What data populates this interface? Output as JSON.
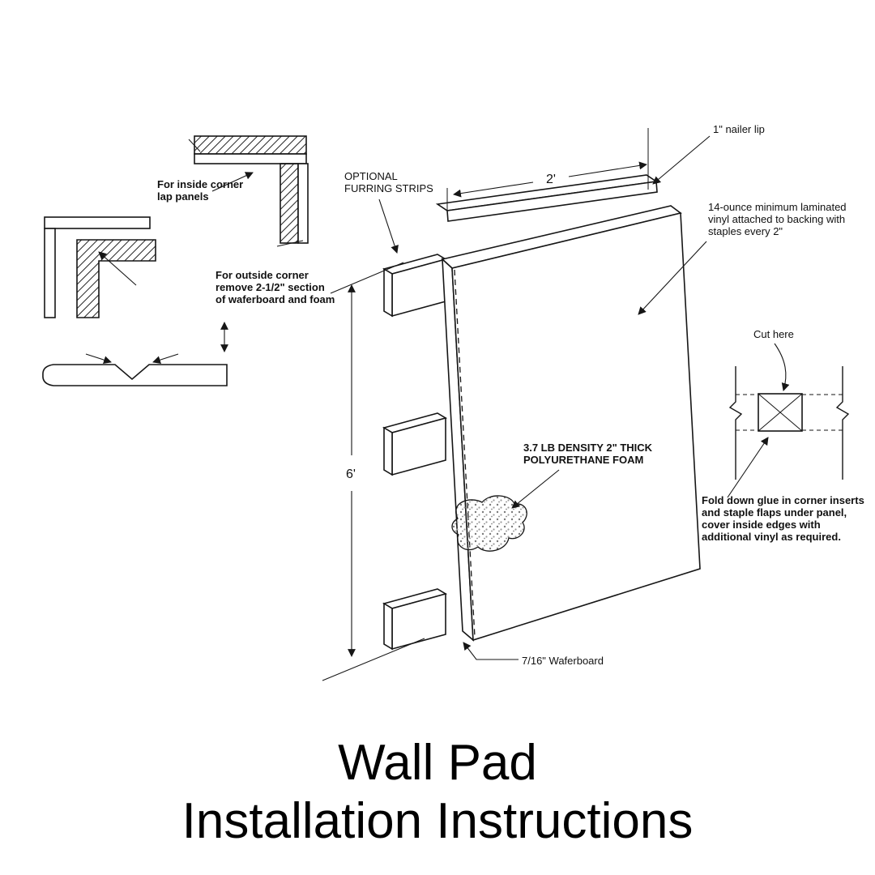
{
  "title": {
    "line1": "Wall Pad",
    "line2": "Installation Instructions"
  },
  "dimensions": {
    "width": "2'",
    "height": "6'"
  },
  "labels": {
    "optional_furring": {
      "line1": "OPTIONAL",
      "line2": "FURRING STRIPS"
    },
    "nailer_lip": "1\" nailer lip",
    "vinyl": {
      "line1": "14-ounce minimum laminated",
      "line2": "vinyl attached to backing with",
      "line3": "staples every 2\""
    },
    "cut_here": "Cut here",
    "fold_down": {
      "line1": "Fold down glue in corner inserts",
      "line2": "and staple flaps under panel,",
      "line3": "cover inside edges with",
      "line4": "additional vinyl as required."
    },
    "foam": {
      "line1": "3.7 LB DENSITY 2\" THICK",
      "line2": "POLYURETHANE FOAM"
    },
    "waferboard": "7/16\" Waferboard",
    "inside_corner": {
      "line1": "For inside corner",
      "line2": "lap panels"
    },
    "outside_corner": {
      "line1": "For outside corner",
      "line2": "remove 2-1/2\" section",
      "line3": "of waferboard and foam"
    }
  },
  "colors": {
    "line": "#161616",
    "background": "#ffffff"
  }
}
